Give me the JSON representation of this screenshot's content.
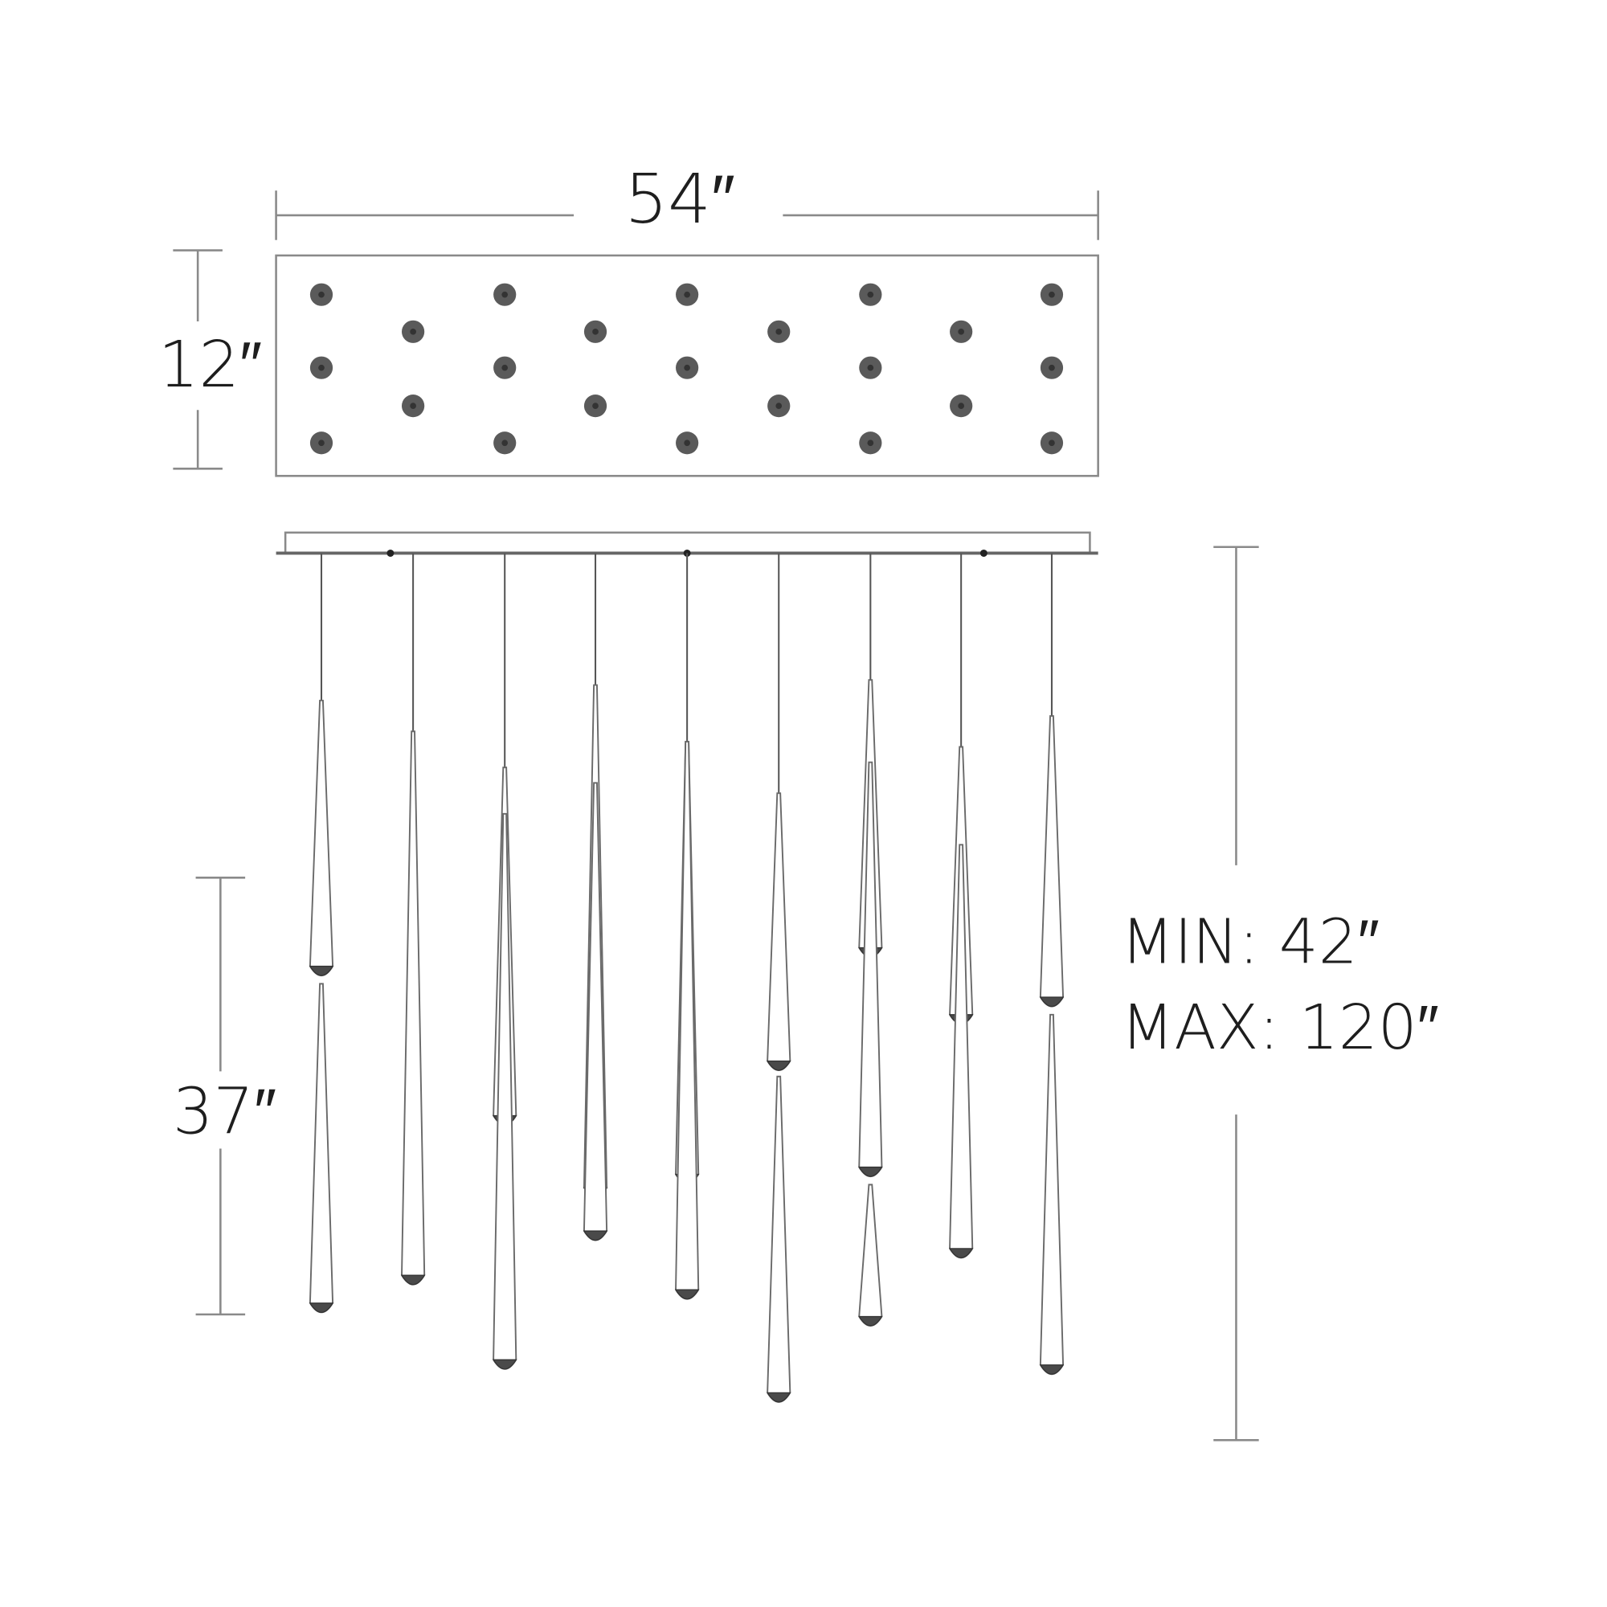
{
  "dimensions": {
    "width": "54″",
    "depth": "12″",
    "fixture_height": "37″",
    "min_height": "MIN: 42″",
    "max_height": "MAX: 120″"
  },
  "colors": {
    "line": "#8a8a8a",
    "dot": "#5a5a5a",
    "text": "#1e1e1e"
  },
  "pendant_count": 23
}
